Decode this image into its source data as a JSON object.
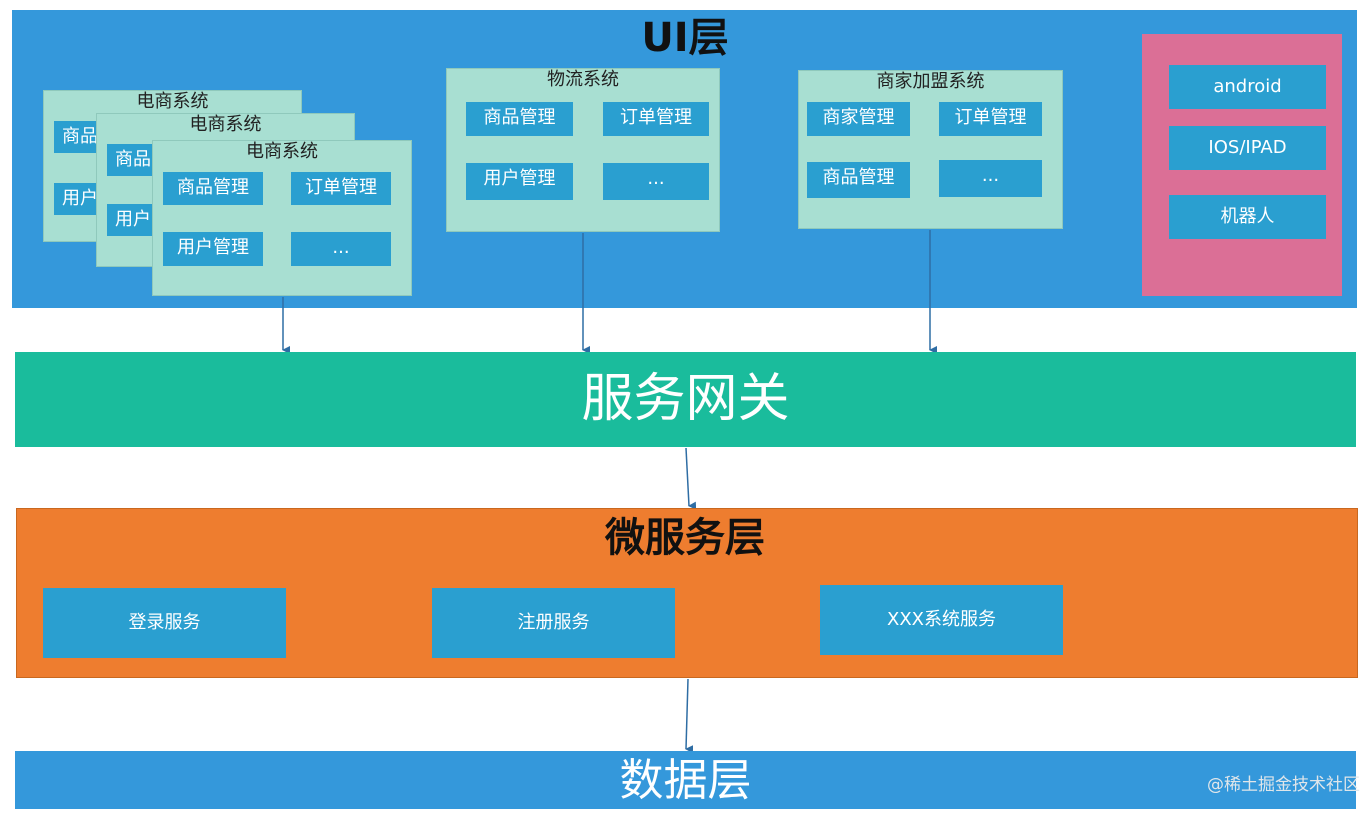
{
  "ui_layer": {
    "title": "UI层",
    "ecommerce_title": "电商系统",
    "ecommerce_front": {
      "title": "电商系统",
      "buttons": [
        "商品管理",
        "订单管理",
        "用户管理",
        "..."
      ]
    },
    "ecommerce_back_labels": [
      "商品",
      "用户",
      "商品",
      "用户"
    ],
    "logistics": {
      "title": "物流系统",
      "buttons": [
        "商品管理",
        "订单管理",
        "用户管理",
        "..."
      ]
    },
    "merchant": {
      "title": "商家加盟系统",
      "buttons": [
        "商家管理",
        "订单管理",
        "商品管理",
        "..."
      ]
    },
    "devices": [
      "android",
      "IOS/IPAD",
      "机器人"
    ]
  },
  "gateway": {
    "label": "服务网关"
  },
  "microservice_layer": {
    "title": "微服务层",
    "services": [
      "登录服务",
      "注册服务",
      "XXX系统服务"
    ]
  },
  "data_layer": {
    "label": "数据层"
  },
  "watermark": "@稀土掘金技术社区",
  "colors": {
    "ui_layer": "#3498db",
    "panel": "#a8dfd2",
    "button": "#2a9fd0",
    "device_panel": "#db6f96",
    "gateway": "#1abc9c",
    "microservice_layer": "#ee7d2f",
    "data_layer": "#3498db"
  }
}
